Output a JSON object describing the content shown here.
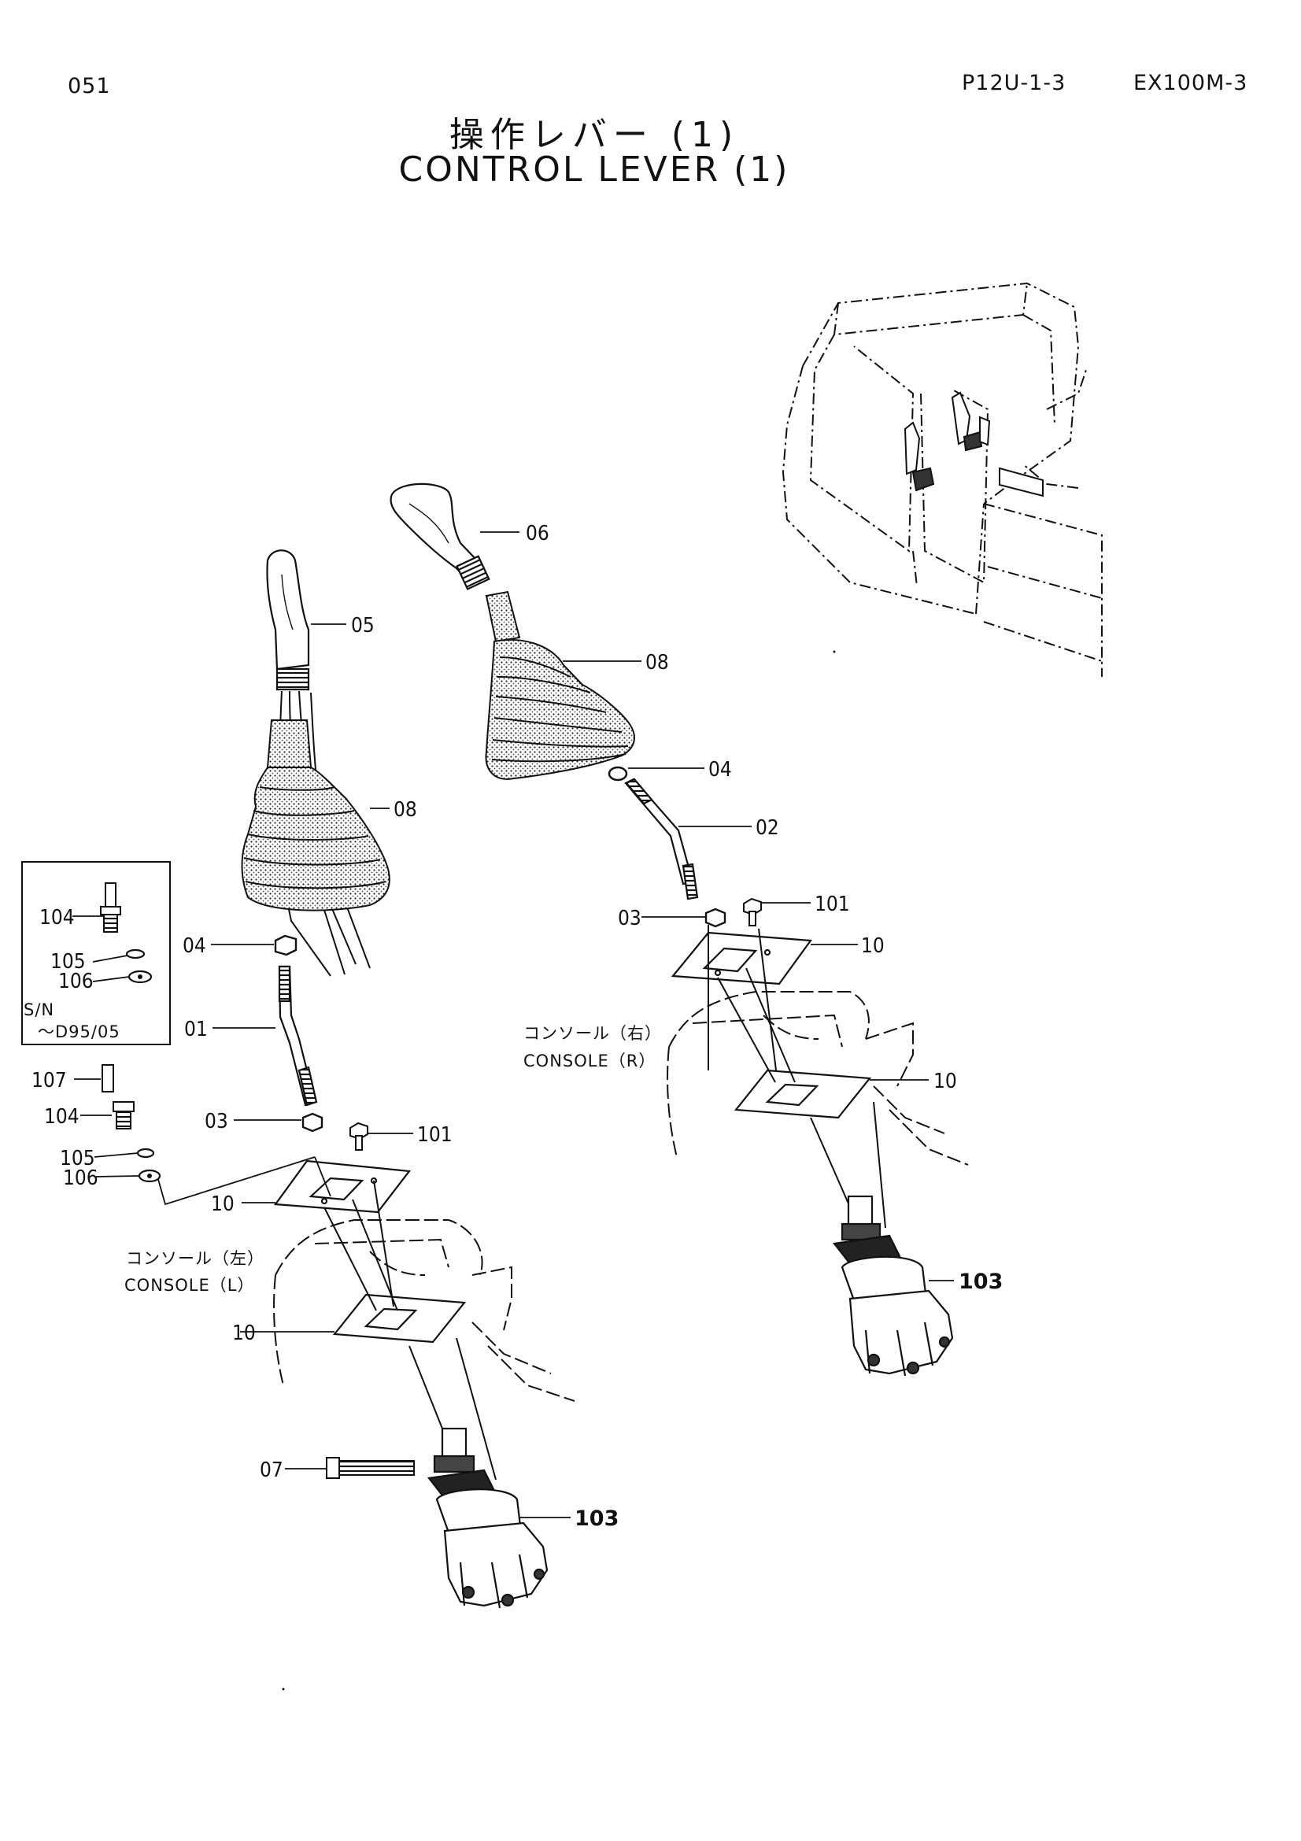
{
  "header": {
    "page_number": "051",
    "doc_code": "P12U-1-3",
    "model": "EX100M-3"
  },
  "title": {
    "japanese": "操作レバー (1)",
    "english": "CONTROL LEVER (1)"
  },
  "parts": {
    "p01": "01",
    "p02": "02",
    "p03_left": "03",
    "p03_right": "03",
    "p04_left": "04",
    "p04_right": "04",
    "p05": "05",
    "p06": "06",
    "p07": "07",
    "p08_left": "08",
    "p08_right": "08",
    "p10_left_upper": "10",
    "p10_left_lower": "10",
    "p10_right_upper": "10",
    "p10_right_lower": "10",
    "p101_left": "101",
    "p101_right": "101",
    "p103_left": "103",
    "p103_right": "103",
    "p104_box": "104",
    "p104": "104",
    "p105_box": "105",
    "p105": "105",
    "p106_box": "106",
    "p106": "106",
    "p107": "107"
  },
  "inset": {
    "serial_label": "S/N",
    "serial_range": "～D95/05"
  },
  "consoles": {
    "right_ja": "コンソール（右）",
    "right_en": "CONSOLE（R）",
    "left_ja": "コンソール（左）",
    "left_en": "CONSOLE（L）"
  },
  "colors": {
    "ink": "#111111",
    "paper": "#ffffff"
  }
}
